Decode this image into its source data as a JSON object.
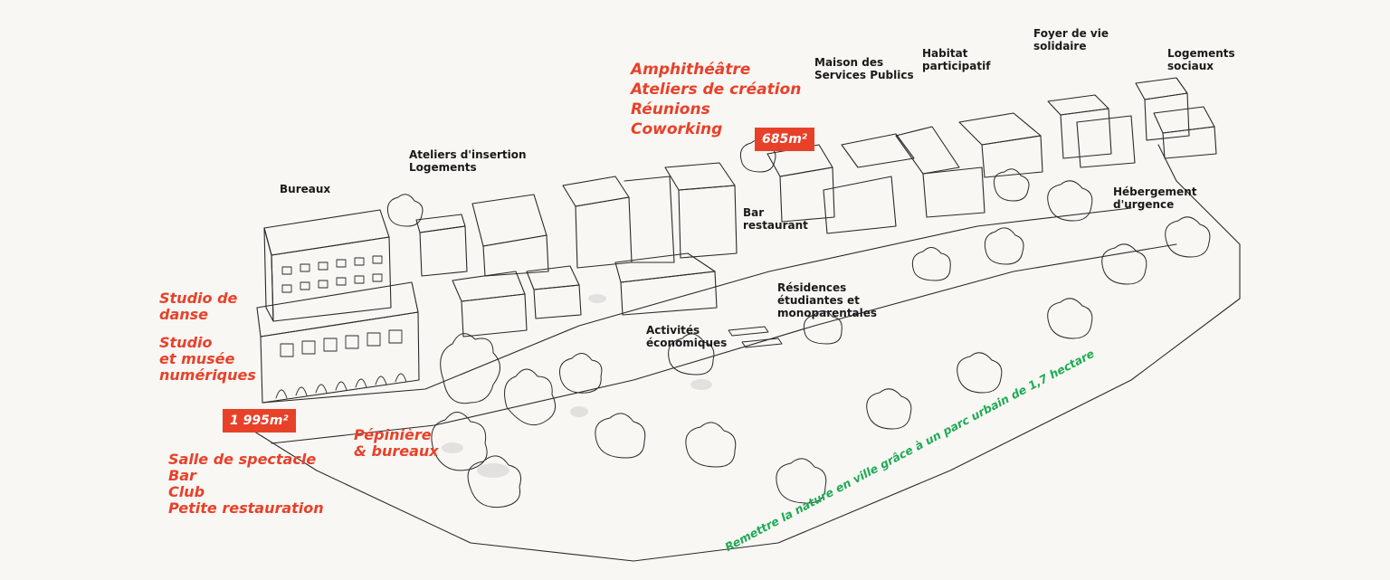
{
  "colors": {
    "accent_red": "#e8412a",
    "accent_green": "#1eaa55",
    "ink": "#1a1a1a",
    "background": "#f8f7f3"
  },
  "labels": {
    "bureaux": "Bureaux",
    "ateliers_insertion": [
      "Ateliers d'insertion",
      "Logements"
    ],
    "maison_services": [
      "Maison des",
      "Services Publics"
    ],
    "habitat_participatif": [
      "Habitat",
      "participatif"
    ],
    "foyer_vie": [
      "Foyer de vie",
      "solidaire"
    ],
    "logements_sociaux": [
      "Logements",
      "sociaux"
    ],
    "bar_restaurant": [
      "Bar",
      "restaurant"
    ],
    "hebergement_urgence": [
      "Hébergement",
      "d'urgence"
    ],
    "residences": [
      "Résidences",
      "étudiantes et",
      "monoparentales"
    ],
    "activites": [
      "Activités",
      "économiques"
    ]
  },
  "programs": {
    "amphi_group": [
      "Amphithéâtre",
      "Ateliers de création",
      "Réunions",
      "Coworking"
    ],
    "studio_danse": [
      "Studio de",
      "danse"
    ],
    "studio_musee": [
      "Studio",
      "et musée",
      "numériques"
    ],
    "salle_group": [
      "Salle de spectacle",
      "Bar",
      "Club",
      "Petite restauration"
    ],
    "pepiniere": [
      "Pépinière",
      "& bureaux"
    ]
  },
  "areas": {
    "area_685": "685m²",
    "area_1995": "1 995m²"
  },
  "park_caption": "Remettre la nature en ville grâce à un parc urbain de 1,7 hectare"
}
